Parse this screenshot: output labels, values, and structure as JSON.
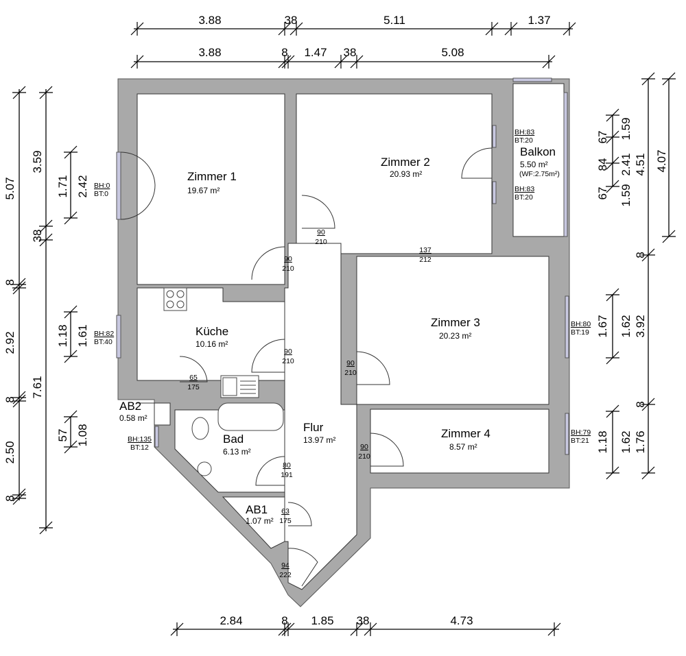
{
  "dimensions": {
    "top_outer": [
      "3.88",
      "38",
      "5.11",
      "1.37"
    ],
    "top_inner": [
      "3.88",
      "8",
      "1.47",
      "38",
      "5.08"
    ],
    "bottom": [
      "2.84",
      "8",
      "1.85",
      "38",
      "4.73"
    ],
    "left_outer": [
      "5.07",
      "8",
      "2.92",
      "8",
      "2.50",
      "8"
    ],
    "left_middle": [
      "3.59",
      "38",
      "7.61"
    ],
    "left_windows": [
      "1.71",
      "2.42",
      "1.18",
      "1.61",
      "57",
      "1.08"
    ],
    "right_outer": [
      "4.51",
      "8",
      "3.92",
      "8",
      "1.76"
    ],
    "right_far": [
      "4.07"
    ],
    "right_windows": [
      "67",
      "84",
      "67",
      "1.59",
      "2.41",
      "1.59",
      "1.67",
      "1.62",
      "1.18",
      "1.62"
    ]
  },
  "rooms": [
    {
      "name": "Zimmer 1",
      "area": "19.67 m²"
    },
    {
      "name": "Zimmer 2",
      "area": "20.93 m²"
    },
    {
      "name": "Balkon",
      "area": "5.50 m²",
      "note": "(WF:2.75m²)"
    },
    {
      "name": "Zimmer 3",
      "area": "20.23 m²"
    },
    {
      "name": "Küche",
      "area": "10.16 m²"
    },
    {
      "name": "Flur",
      "area": "13.97 m²"
    },
    {
      "name": "Bad",
      "area": "6.13 m²"
    },
    {
      "name": "AB2",
      "area": "0.58 m²"
    },
    {
      "name": "Zimmer 4",
      "area": "8.57 m²"
    },
    {
      "name": "AB1",
      "area": "1.07 m²"
    }
  ],
  "windows": [
    {
      "bh": "BH:0",
      "bt": "BT:0"
    },
    {
      "bh": "BH:82",
      "bt": "BT:40"
    },
    {
      "bh": "BH:135",
      "bt": "BT:12"
    },
    {
      "bh": "BH:83",
      "bt": "BT:20"
    },
    {
      "bh": "BH:83",
      "bt": "BT:20"
    },
    {
      "bh": "BH:80",
      "bt": "BT:19"
    },
    {
      "bh": "BH:79",
      "bt": "BT:21"
    }
  ],
  "doors": [
    {
      "w": "90",
      "h": "210"
    },
    {
      "w": "90",
      "h": "210"
    },
    {
      "w": "137",
      "h": "212"
    },
    {
      "w": "90",
      "h": "210"
    },
    {
      "w": "90",
      "h": "210"
    },
    {
      "w": "65",
      "h": "175"
    },
    {
      "w": "90",
      "h": "210"
    },
    {
      "w": "80",
      "h": "191"
    },
    {
      "w": "63",
      "h": "175"
    },
    {
      "w": "94",
      "h": "222"
    }
  ]
}
